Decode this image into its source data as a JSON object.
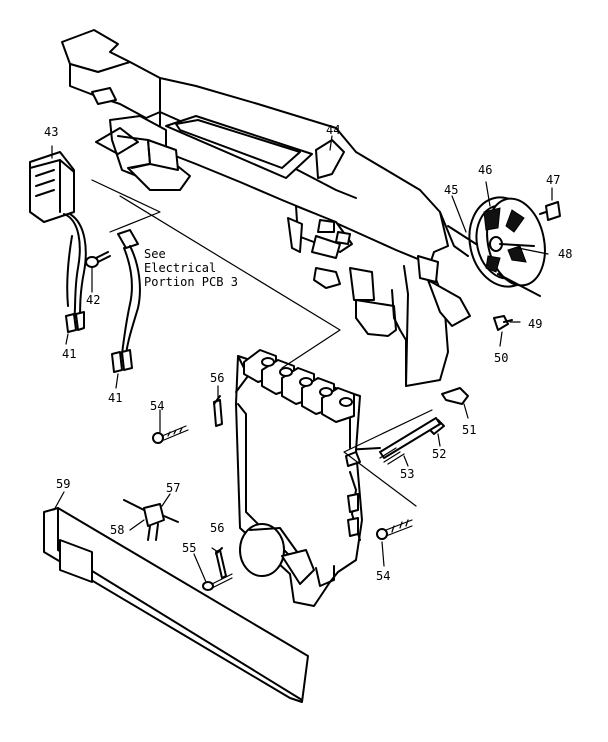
{
  "diagram": {
    "callouts": [
      "41",
      "41",
      "42",
      "43",
      "44",
      "45",
      "46",
      "47",
      "48",
      "49",
      "50",
      "51",
      "52",
      "53",
      "54",
      "54",
      "55",
      "56",
      "56",
      "57",
      "58",
      "59"
    ],
    "note": [
      "See",
      "Electrical",
      "Portion PCB 3"
    ]
  }
}
